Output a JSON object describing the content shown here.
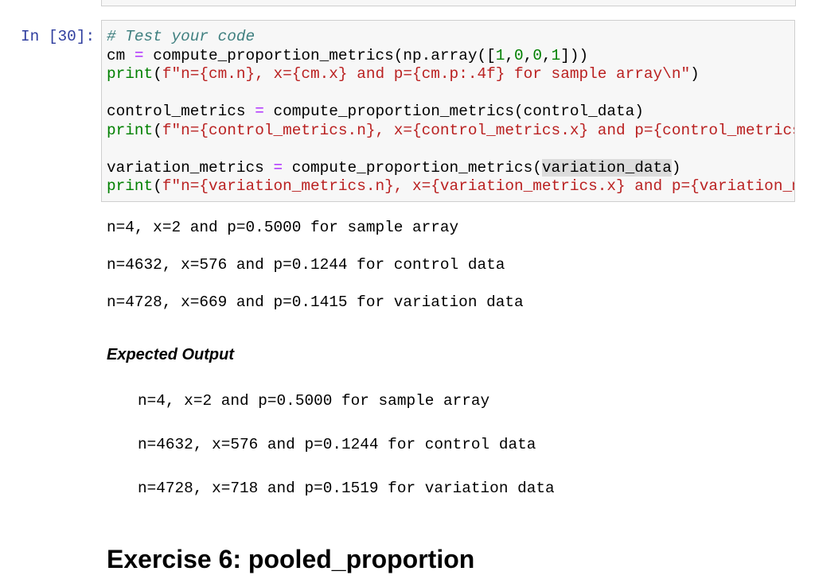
{
  "prompt": "In [30]:",
  "code": {
    "comment": "# Test your code",
    "l2a": "cm ",
    "eq": "=",
    "l2b": " compute_proportion_metrics(np.array([",
    "n1": "1",
    ",": ",",
    "n0": "0",
    "l2c": "]))",
    "print": "print",
    "l3s": "f\"n={cm.n}, x={cm.x} and p={cm.p:.4f} for sample array\\n\"",
    "l5a": "control_metrics ",
    "l5b": " compute_proportion_metrics(control_data)",
    "l6s": "f\"n={control_metrics.n}, x={control_metrics.x} and p={control_metrics",
    "l8a": "variation_metrics ",
    "l8b": " compute_proportion_metrics(",
    "l8h": "variation_data",
    "l9s": "f\"n={variation_metrics.n}, x={variation_metrics.x} and p={variation_m",
    "paren_open": "(",
    "paren_close": ")"
  },
  "output": [
    "n=4, x=2 and p=0.5000 for sample array",
    "n=4632, x=576 and p=0.1244 for control data",
    "n=4728, x=669 and p=0.1415 for variation data"
  ],
  "expected_title": "Expected Output",
  "expected": [
    "n=4, x=2 and p=0.5000 for sample array",
    "n=4632, x=576 and p=0.1244 for control data",
    "n=4728, x=718 and p=0.1519 for variation data"
  ],
  "heading": "Exercise 6: pooled_proportion"
}
